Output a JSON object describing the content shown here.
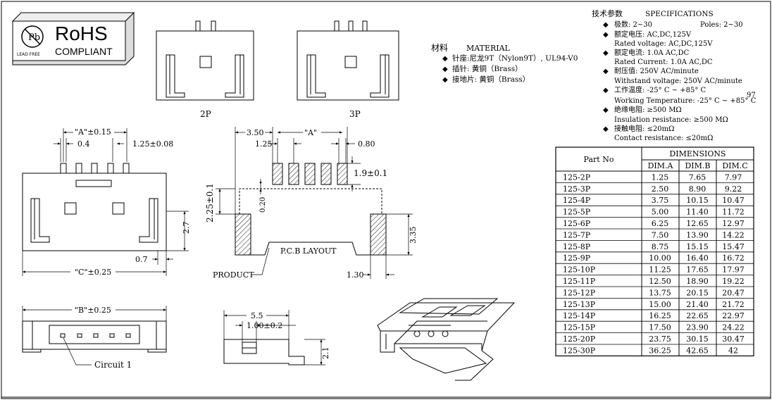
{
  "rohs": {
    "title": "RoHS",
    "subtitle": "COMPLIANT",
    "logo_text": "LEAD FREE",
    "logo_letter": "Pb"
  },
  "views": {
    "top_2p": "2P",
    "top_3p": "3P"
  },
  "front_view": {
    "dim_a": "\"A\"±0.15",
    "dim_04": "0.4",
    "dim_125": "1.25±0.08",
    "dim_27": "2.7",
    "dim_07": "0.7",
    "dim_c": "\"C\"±0.25"
  },
  "pcb_layout": {
    "dim_350": "3.50",
    "dim_a": "\"A\"",
    "dim_125": "1.25",
    "dim_080": "0.80",
    "dim_19": "1.9±0.1",
    "dim_225": "2.25±0.1",
    "dim_020": "0.20",
    "dim_335": "3.35",
    "dim_130": "1.30",
    "label": "P.C.B LAYOUT",
    "product": "PRODUCT"
  },
  "bottom_view": {
    "dim_b": "\"B\"±0.25",
    "circuit": "Circuit 1"
  },
  "side_view": {
    "dim_55": "5.5",
    "dim_100": "1.00±0.2",
    "dim_21": "2.1"
  },
  "material": {
    "header": "材料",
    "header_en": "MATERIAL",
    "items": [
      "针座:尼龙9T（Nylon9T）, UL94-V0",
      "插针: 黄铜（Brass）",
      "接地片: 黄铜（Brass）"
    ]
  },
  "specs": {
    "header": "技术参数",
    "header_en": "SPECIFICATIONS",
    "poles_cn": "极数: 2~30",
    "poles_en": "Poles: 2~30",
    "voltage_cn": "额定电压: AC,DC,125V",
    "voltage_en": "Rated voltage: AC,DC,125V",
    "current_cn": "额定电流: 1.0A  AC,DC",
    "current_en": "Rated Current: 1.0A  AC,DC",
    "withstand_cn": "耐压值: 250V AC/minute",
    "withstand_en": "Withstand voltage: 250V AC/minute",
    "temp_cn": "工作温度: -25° C ~ +85° C",
    "temp_en": "Working Temperature: -25° C ~ +85° C",
    "temp_note": "97",
    "insul_cn": "绝缘电阻: ≥500 MΩ",
    "insul_en": "Insulation resistance: ≥500 MΩ",
    "contact_cn": "接触电阻: ≤20mΩ",
    "contact_en": "Contact resistance: ≤20mΩ"
  },
  "table": {
    "header_part": "Part No",
    "header_dims": "DIMENSIONS",
    "cols": [
      "DIM.A",
      "DIM.B",
      "DIM.C"
    ],
    "rows": [
      [
        "125-2P",
        "1.25",
        "7.65",
        "7.97"
      ],
      [
        "125-3P",
        "2.50",
        "8.90",
        "9.22"
      ],
      [
        "125-4P",
        "3.75",
        "10.15",
        "10.47"
      ],
      [
        "125-5P",
        "5.00",
        "11.40",
        "11.72"
      ],
      [
        "125-6P",
        "6.25",
        "12.65",
        "12.97"
      ],
      [
        "125-7P",
        "7.50",
        "13.90",
        "14.22"
      ],
      [
        "125-8P",
        "8.75",
        "15.15",
        "15.47"
      ],
      [
        "125-9P",
        "10.00",
        "16.40",
        "16.72"
      ],
      [
        "125-10P",
        "11.25",
        "17.65",
        "17.97"
      ],
      [
        "125-11P",
        "12.50",
        "18.90",
        "19.22"
      ],
      [
        "125-12P",
        "13.75",
        "20.15",
        "20.47"
      ],
      [
        "125-13P",
        "15.00",
        "21.40",
        "21.72"
      ],
      [
        "125-14P",
        "16.25",
        "22.65",
        "22.97"
      ],
      [
        "125-15P",
        "17.50",
        "23.90",
        "24.22"
      ],
      [
        "125-20P",
        "23.75",
        "30.15",
        "30.47"
      ],
      [
        "125-30P",
        "36.25",
        "42.65",
        "42"
      ]
    ]
  }
}
